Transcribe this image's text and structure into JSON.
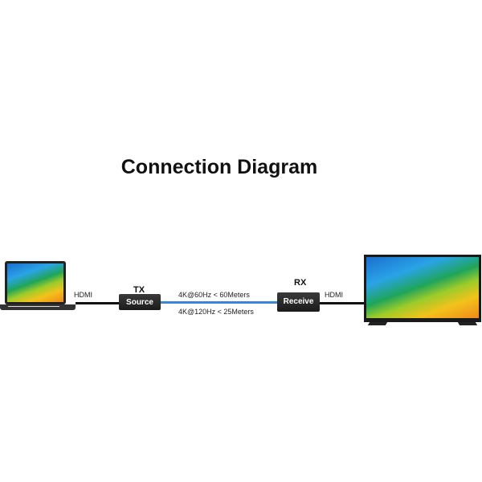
{
  "title": "Connection Diagram",
  "left_connection": "HDMI",
  "right_connection": "HDMI",
  "tx": {
    "label": "TX",
    "box_text": "Source"
  },
  "rx": {
    "label": "RX",
    "box_text": "Receive"
  },
  "specs": [
    "4K@60Hz < 60Meters",
    "4K@120Hz < 25Meters"
  ],
  "colors": {
    "fiber_cable": "#3a86d6",
    "hdmi_cable": "#111111"
  }
}
